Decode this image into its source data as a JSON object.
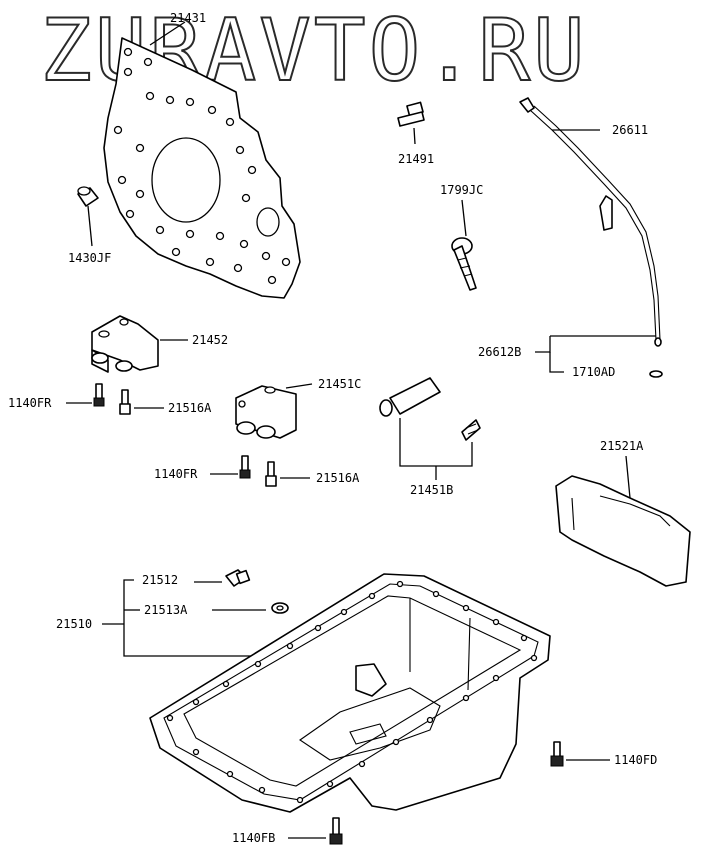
{
  "watermark": "ZURAVTO.RU",
  "labels": {
    "p21431": "21431",
    "p21491": "21491",
    "p26611": "26611",
    "p1799JC": "1799JC",
    "p1430JF": "1430JF",
    "p21452": "21452",
    "p26612B": "26612B",
    "p1710AD": "1710AD",
    "p1140FR_a": "1140FR",
    "p21516A_a": "21516A",
    "p21451C": "21451C",
    "p1140FR_b": "1140FR",
    "p21516A_b": "21516A",
    "p21451B": "21451B",
    "p21521A": "21521A",
    "p21512": "21512",
    "p21513A": "21513A",
    "p21510": "21510",
    "p1140FD": "1140FD",
    "p1140FB": "1140FB"
  }
}
